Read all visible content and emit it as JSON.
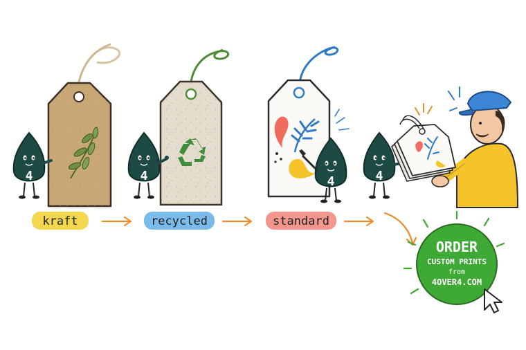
{
  "brand": {
    "mascot_number": "4"
  },
  "tags": [
    {
      "label": "kraft",
      "label_color": "#f2d43a",
      "tag_color": "#c9a878",
      "string_color": "#d8c4a0",
      "motif": "leaf-icon"
    },
    {
      "label": "recycled",
      "label_color": "#6db4e8",
      "tag_color": "#e4dccd",
      "string_color": "#4f8a35",
      "motif": "recycle-icon"
    },
    {
      "label": "standard",
      "label_color": "#f28b82",
      "tag_color": "#fbfaf7",
      "string_color": "#2f78c4",
      "motif": "art-splash-icon"
    }
  ],
  "cta": {
    "line1": "ORDER",
    "line2": "CUSTOM PRINTS",
    "line3": "from",
    "line4": "4OVER4.COM",
    "color": "#3ea935"
  },
  "colors": {
    "mascot": "#1e4a44",
    "arrow": "#ef8a2a",
    "cap": "#3d86d6",
    "shirt": "#f4c42a"
  },
  "icons": [
    "leaf-icon",
    "recycle-icon",
    "art-splash-icon",
    "paintbrush-icon",
    "cursor-icon"
  ]
}
